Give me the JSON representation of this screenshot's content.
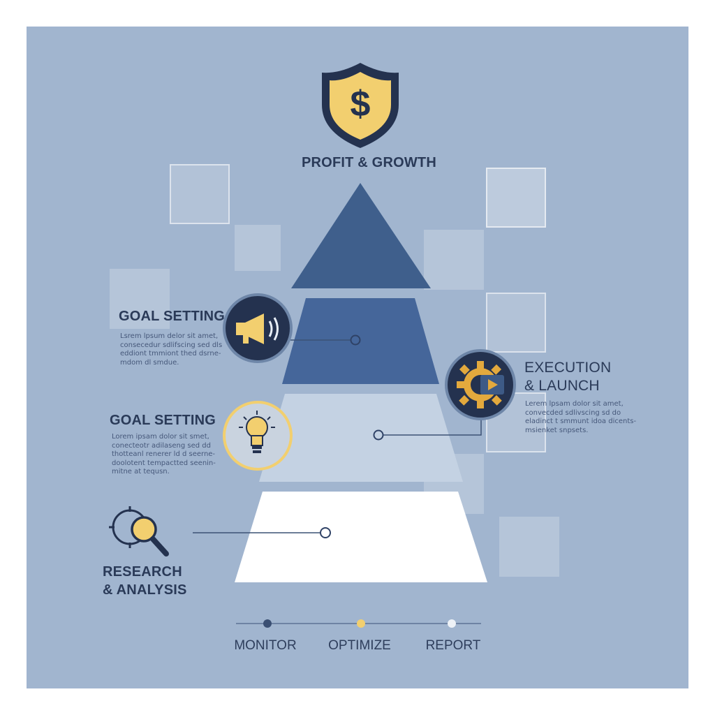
{
  "colors": {
    "background": "#a1b5cf",
    "navy": "#24324f",
    "tier_top": "#3f5f8c",
    "tier_mid": "#c3d1e2",
    "tier_base": "#ffffff",
    "gold": "#f2cf6f"
  },
  "top": {
    "icon": "shield-dollar-icon",
    "symbol": "$",
    "label": "PROFIT & GROWTH"
  },
  "steps": [
    {
      "id": "goal-setting-1",
      "title": "GOAL SETTING",
      "icon": "megaphone-icon",
      "description": [
        "Lsrem lpsum delor sit amet,",
        "consecedur sdlifscing sed dls",
        "eddiont tmmiont thed dsrne-",
        "mdom dl smdue."
      ]
    },
    {
      "id": "execution-launch",
      "title_line1": "EXECUTION",
      "title_line2": "& LAUNCH",
      "icon": "gear-play-icon",
      "description": [
        "Lerem lpsam dolor sit amet,",
        "convecded sdlivscing sd do",
        "eladinct t smmunt idoa dicents-",
        "msienket snpsets."
      ]
    },
    {
      "id": "goal-setting-2",
      "title": "GOAL SETTING",
      "icon": "lightbulb-icon",
      "description": [
        "Lorem ipsam dolor sit smet,",
        "conecteotr adilaseng sed dd",
        "thotteanl renerer ld d seerne-",
        "doolotent tempactted seenin-",
        "mitne at tequsn."
      ]
    },
    {
      "id": "research-analysis",
      "title_line1": "RESEARCH",
      "title_line2": "& ANALYSIS",
      "icon": "magnifier-target-icon"
    }
  ],
  "timeline": [
    "MONITOR",
    "OPTIMIZE",
    "REPORT"
  ]
}
